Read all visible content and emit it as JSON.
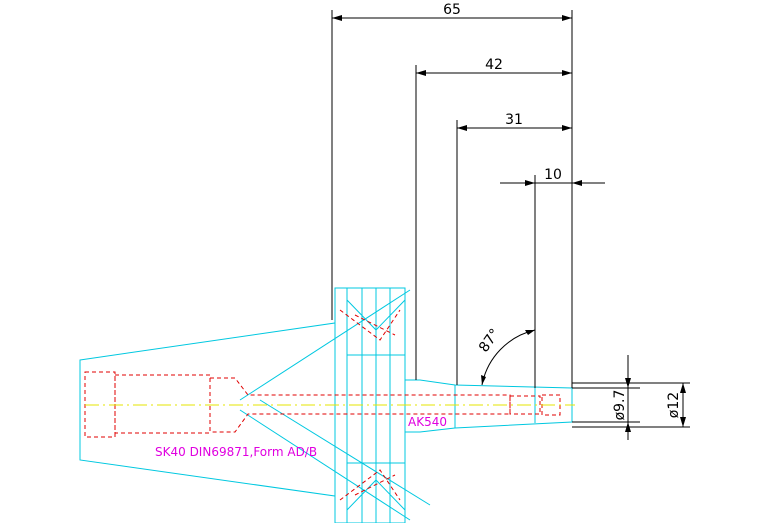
{
  "dimensions": {
    "d65": "65",
    "d42": "42",
    "d31": "31",
    "d10": "10",
    "angle": "87°",
    "dia_bore": "ø9.7",
    "dia_outer": "ø12"
  },
  "labels": {
    "holder": "SK40 DIN69871,Form AD/B",
    "collet": "AK540"
  },
  "colors": {
    "dimension": "#000000",
    "outline": "#00c8e0",
    "hidden": "#e00000",
    "centerline": "#e6e600",
    "annotation": "#e000e0"
  }
}
